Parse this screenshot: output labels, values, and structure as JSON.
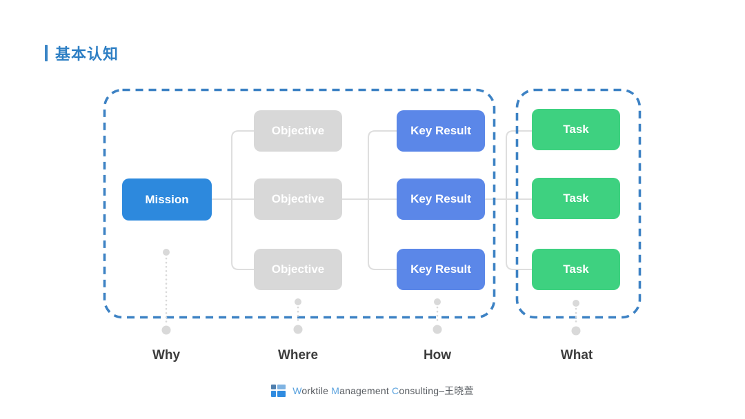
{
  "page": {
    "title": "基本认知"
  },
  "colors": {
    "title_blue": "#2e7fc4",
    "dashed_border_blue": "#3d82c4",
    "mission_blue": "#2d89dd",
    "objective_gray": "#d8d8d8",
    "key_result_blue": "#5b87e8",
    "task_green": "#3ed180",
    "connector_gray": "#dedede",
    "indicator_gray": "#d9d9d9",
    "footer_initial_blue": "#5aa2de",
    "footer_text_gray": "#585c61"
  },
  "diagram": {
    "mission": {
      "label": "Mission"
    },
    "objectives": [
      {
        "label": "Objective"
      },
      {
        "label": "Objective"
      },
      {
        "label": "Objective"
      }
    ],
    "key_results": [
      {
        "label": "Key Result"
      },
      {
        "label": "Key Result"
      },
      {
        "label": "Key Result"
      }
    ],
    "tasks": [
      {
        "label": "Task"
      },
      {
        "label": "Task"
      },
      {
        "label": "Task"
      }
    ],
    "column_labels": [
      {
        "label": "Why"
      },
      {
        "label": "Where"
      },
      {
        "label": "How"
      },
      {
        "label": "What"
      }
    ]
  },
  "footer": {
    "logo": "worktile-logo",
    "w_initial": "W",
    "worktile_rest": "orktile ",
    "m_initial": "M",
    "management_rest": "anagement ",
    "c_initial": "C",
    "consulting_rest": "onsulting–王晓萱"
  }
}
